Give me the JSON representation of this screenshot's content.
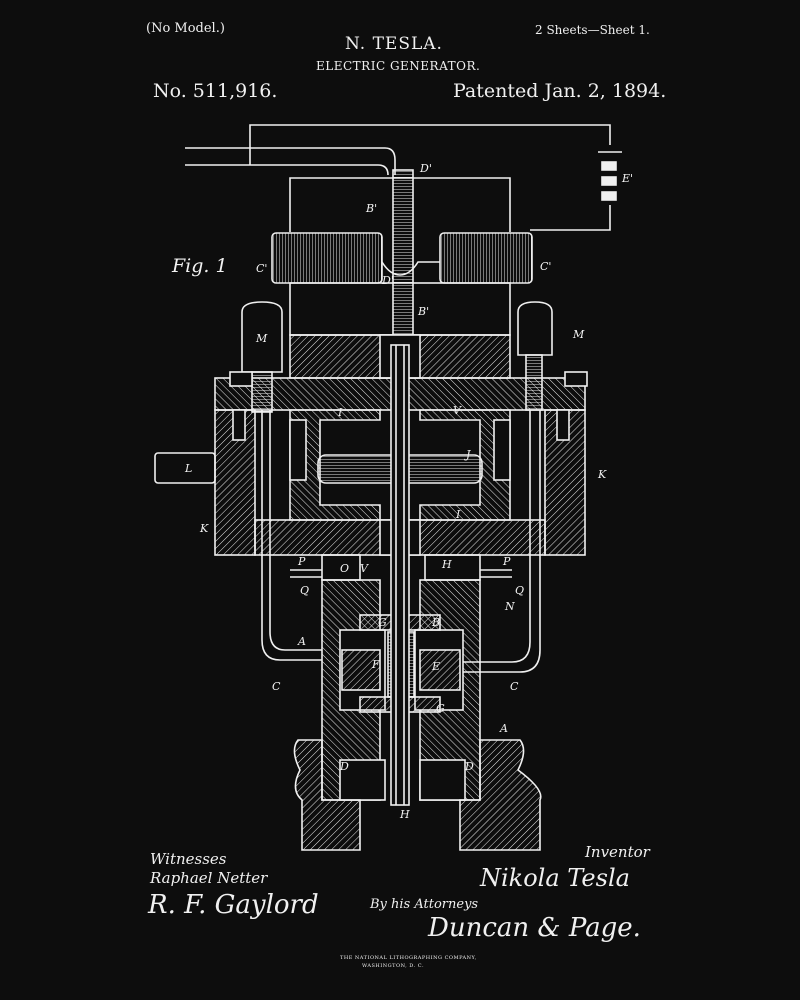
{
  "header": {
    "no_model": "(No Model.)",
    "sheets": "2 Sheets—Sheet 1.",
    "inventor": "N. TESLA.",
    "title": "ELECTRIC GENERATOR.",
    "patent_number": "No. 511,916.",
    "patent_date": "Patented Jan. 2, 1894."
  },
  "figure": {
    "label": "Fig. 1",
    "part_labels": [
      "B'",
      "D'",
      "E'",
      "C'",
      "C'",
      "D'",
      "B'",
      "M",
      "M",
      "I",
      "V",
      "L",
      "J",
      "K",
      "K",
      "I",
      "P",
      "P",
      "O",
      "V",
      "H",
      "Q",
      "Q",
      "N",
      "A",
      "B",
      "G",
      "F",
      "E",
      "C",
      "C",
      "G",
      "A",
      "D",
      "D",
      "H"
    ]
  },
  "footer": {
    "witnesses_label": "Witnesses",
    "witness_1": "Raphael Netter",
    "witness_2": "R. F. Gaylord",
    "inventor_label": "Inventor",
    "inventor_signature": "Nikola Tesla",
    "attorneys_label": "By his Attorneys",
    "attorneys_signature": "Duncan & Page.",
    "lithographer_line1": "THE NATIONAL LITHOGRAPHING COMPANY,",
    "lithographer_line2": "WASHINGTON, D. C."
  },
  "colors": {
    "background": "#0d0d0d",
    "ink": "#f2f2f2"
  }
}
